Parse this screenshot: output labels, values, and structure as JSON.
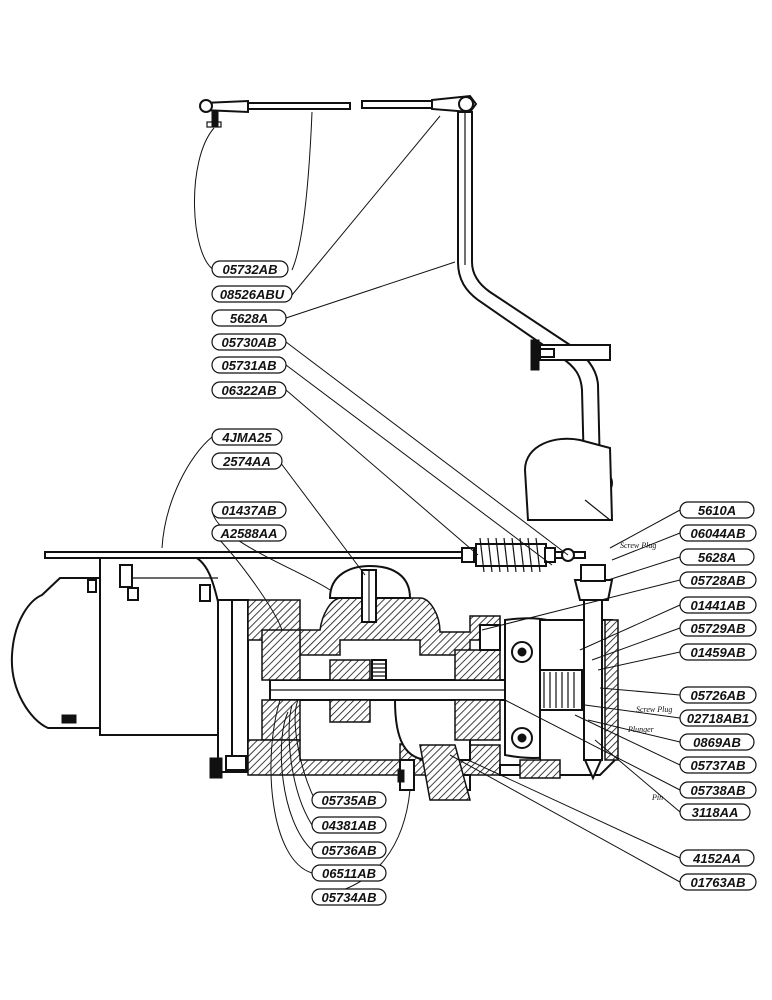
{
  "labels": {
    "l05732AB": "05732AB",
    "l08526ABU": "08526ABU",
    "l5628A_top": "5628A",
    "l05730AB": "05730AB",
    "l05731AB": "05731AB",
    "l06322AB": "06322AB",
    "l4JMA25": "4JMA25",
    "l2574AA": "2574AA",
    "l01437AB": "01437AB",
    "lA2588AA": "A2588AA",
    "l5610A": "5610A",
    "l06044AB": "06044AB",
    "l5628A_right": "5628A",
    "l05728AB": "05728AB",
    "l01441AB": "01441AB",
    "l05729AB": "05729AB",
    "l01459AB": "01459AB",
    "l05726AB": "05726AB",
    "l02718AB1": "02718AB1",
    "l0869AB": "0869AB",
    "l05737AB": "05737AB",
    "l05738AB": "05738AB",
    "l3118AA": "3118AA",
    "l4152AA": "4152AA",
    "l01763AB": "01763AB",
    "l05735AB": "05735AB",
    "l04381AB": "04381AB",
    "l05736AB": "05736AB",
    "l06511AB": "06511AB",
    "l05734AB": "05734AB"
  },
  "notes": {
    "screw_plug_top": "Screw Plug",
    "screw_plug_mid": "Screw Plug",
    "plunger": "Plunger",
    "pin": "Pin"
  }
}
